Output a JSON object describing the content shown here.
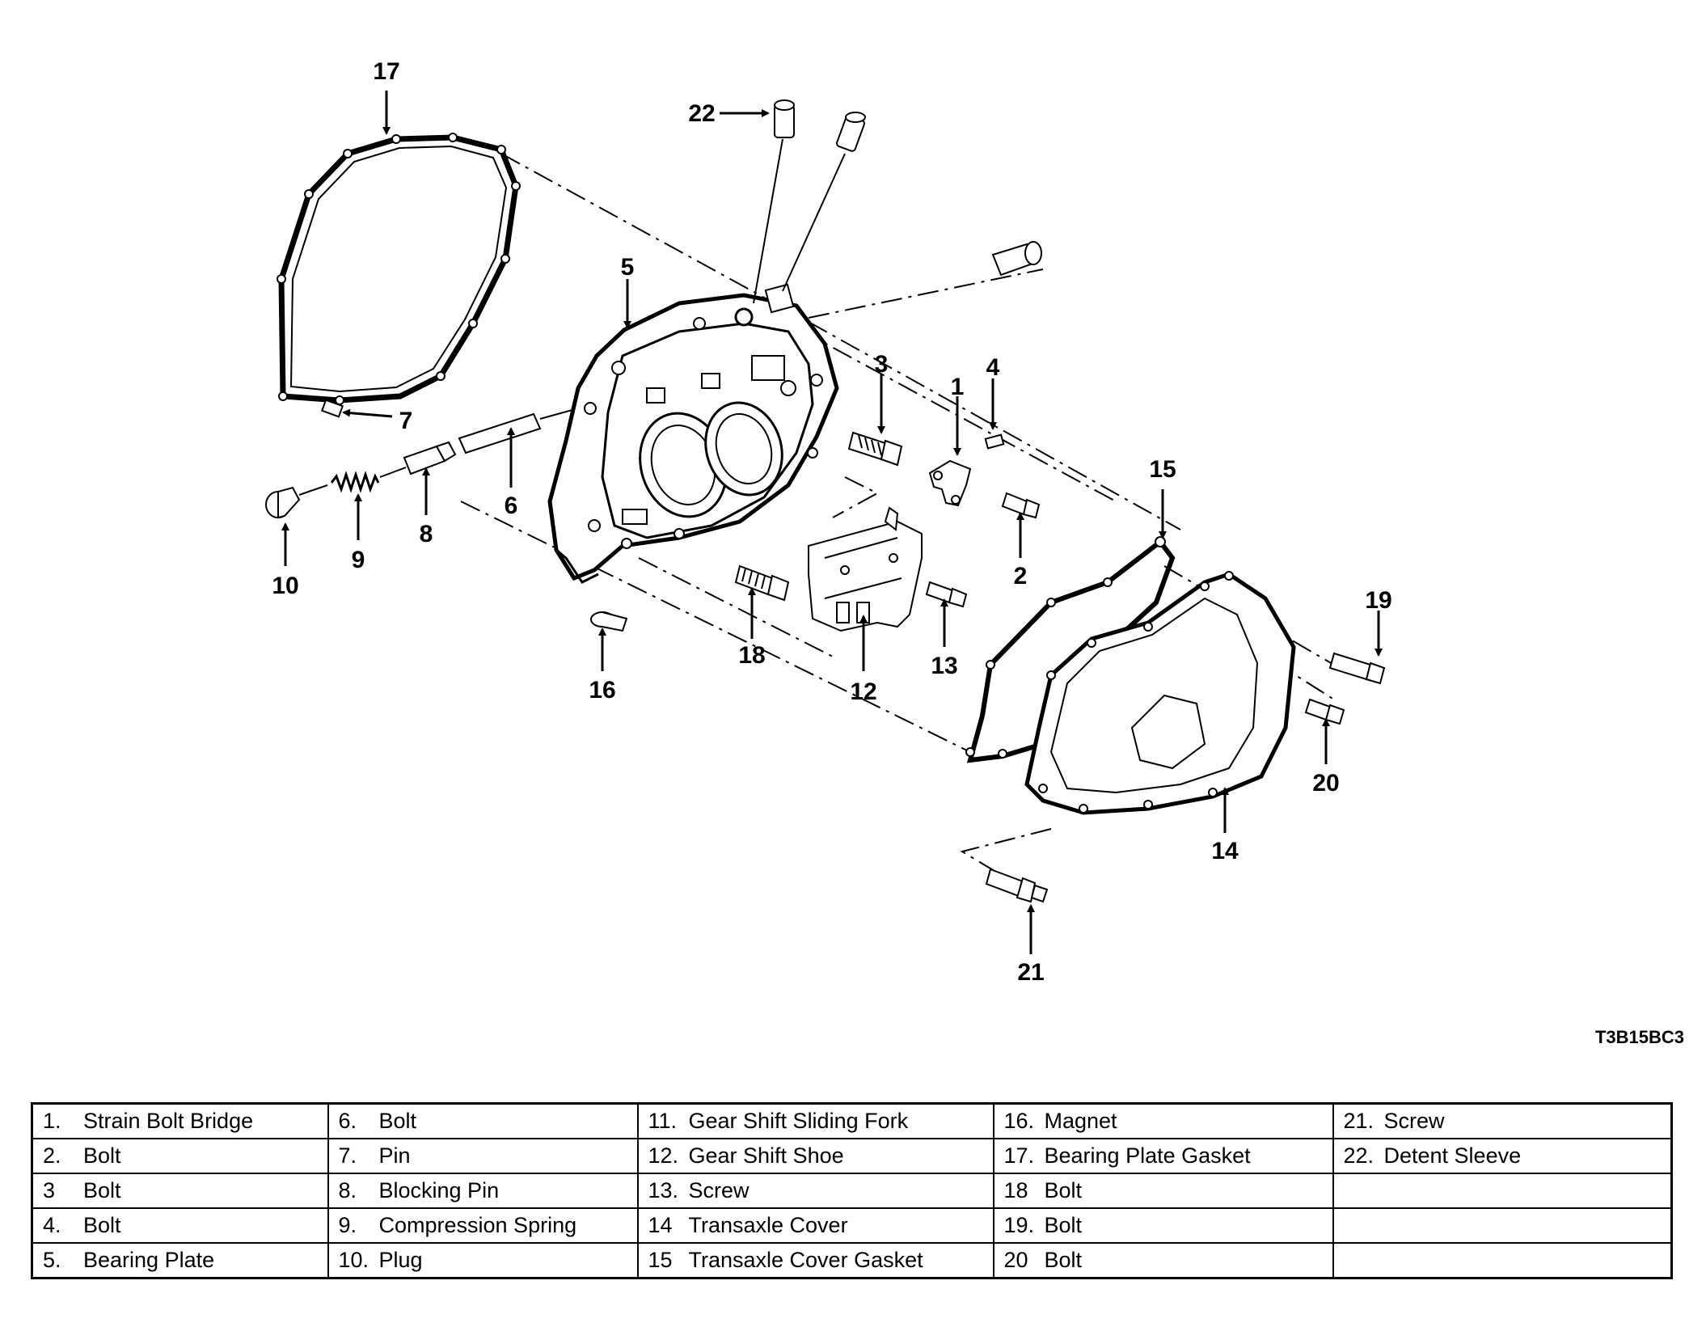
{
  "diagram": {
    "callouts": [
      "1",
      "2",
      "3",
      "4",
      "5",
      "6",
      "7",
      "8",
      "9",
      "10",
      "12",
      "13",
      "14",
      "15",
      "16",
      "17",
      "18",
      "19",
      "20",
      "21",
      "22"
    ],
    "reference_code": "T3B15BC3"
  },
  "legend": {
    "rows": [
      [
        {
          "num": "1.",
          "label": "Strain Bolt Bridge"
        },
        {
          "num": "6.",
          "label": "Bolt"
        },
        {
          "num": "11.",
          "label": "Gear Shift Sliding Fork"
        },
        {
          "num": "16.",
          "label": "Magnet"
        },
        {
          "num": "21.",
          "label": "Screw"
        }
      ],
      [
        {
          "num": "2.",
          "label": "Bolt"
        },
        {
          "num": "7.",
          "label": "Pin"
        },
        {
          "num": "12.",
          "label": "Gear Shift Shoe"
        },
        {
          "num": "17.",
          "label": "Bearing Plate Gasket"
        },
        {
          "num": "22.",
          "label": "Detent Sleeve"
        }
      ],
      [
        {
          "num": "3",
          "label": "Bolt"
        },
        {
          "num": "8.",
          "label": "Blocking Pin"
        },
        {
          "num": "13.",
          "label": "Screw"
        },
        {
          "num": "18",
          "label": "Bolt"
        },
        {
          "num": "",
          "label": ""
        }
      ],
      [
        {
          "num": "4.",
          "label": "Bolt"
        },
        {
          "num": "9.",
          "label": "Compression Spring"
        },
        {
          "num": "14",
          "label": "Transaxle Cover"
        },
        {
          "num": "19.",
          "label": "Bolt"
        },
        {
          "num": "",
          "label": ""
        }
      ],
      [
        {
          "num": "5.",
          "label": "Bearing Plate"
        },
        {
          "num": "10.",
          "label": "Plug"
        },
        {
          "num": "15",
          "label": "Transaxle Cover Gasket"
        },
        {
          "num": "20",
          "label": "Bolt"
        },
        {
          "num": "",
          "label": ""
        }
      ]
    ]
  }
}
